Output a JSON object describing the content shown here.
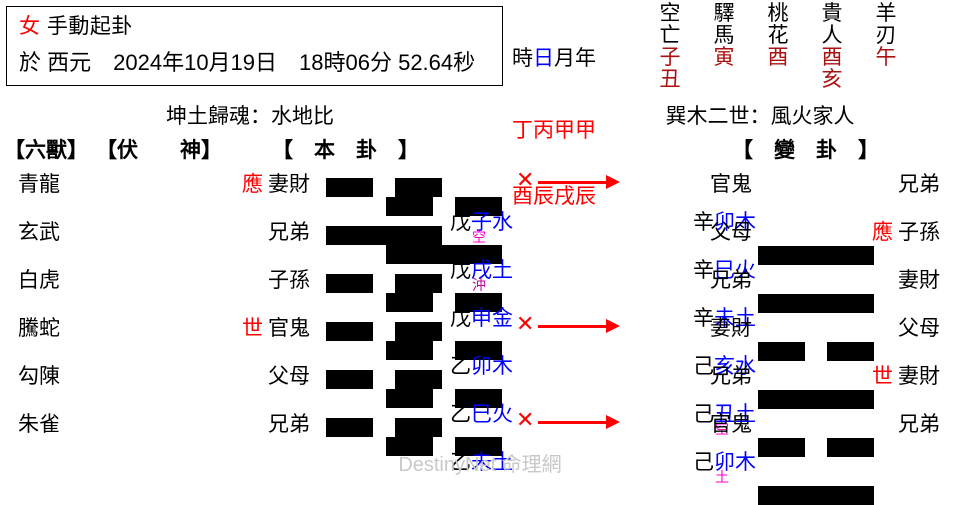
{
  "header": {
    "gender": "女",
    "method": "手動起卦",
    "prefix": "於 西元",
    "datetime": "2024年10月19日　18時06分 52.64秒"
  },
  "ganzhi": {
    "labels": [
      "時",
      "日",
      "月",
      "年"
    ],
    "label_row": "時日月年",
    "stems": "丁丙甲甲",
    "branches": "酉辰戌辰"
  },
  "shensha": [
    {
      "name_top": "空",
      "name_bottom": "亡",
      "values": [
        "子",
        "丑"
      ]
    },
    {
      "name_top": "驛",
      "name_bottom": "馬",
      "values": [
        "寅",
        ""
      ]
    },
    {
      "name_top": "桃",
      "name_bottom": "花",
      "values": [
        "酉",
        ""
      ]
    },
    {
      "name_top": "貴",
      "name_bottom": "人",
      "values": [
        "酉",
        "亥"
      ]
    },
    {
      "name_top": "羊",
      "name_bottom": "刃",
      "values": [
        "午",
        ""
      ]
    }
  ],
  "gua": {
    "ben": "坤土歸魂：水地比",
    "bian": "巽木二世：風火家人"
  },
  "columns": {
    "beast": "【六獸】",
    "fushen": "【伏　　神】",
    "benkua": "【　本　卦　】",
    "biankua": "【　變　卦　】"
  },
  "rows": [
    {
      "beast": "青龍",
      "fu_mark": "應",
      "fu_liuqin": "妻財",
      "fu_yao": "broken",
      "ben_yao": "broken",
      "ben_stem": "戊",
      "ben_branch": "子水",
      "ben_anno": "空",
      "ben_anno_color": "#ff00cc",
      "changing": true,
      "bian_stem": "辛",
      "bian_branch": "卯木",
      "bian_anno": "",
      "bian_liuqin": "官鬼",
      "bian_yao": "solid",
      "bian_mark": "",
      "bian_right_liuqin": "兄弟"
    },
    {
      "beast": "玄武",
      "fu_mark": "",
      "fu_liuqin": "兄弟",
      "fu_yao": "solid",
      "ben_yao": "solid",
      "ben_stem": "戊",
      "ben_branch": "戌土",
      "ben_anno": "沖",
      "ben_anno_color": "#cc0099",
      "changing": false,
      "bian_stem": "辛",
      "bian_branch": "巳火",
      "bian_anno": "",
      "bian_liuqin": "父母",
      "bian_yao": "solid",
      "bian_mark": "應",
      "bian_right_liuqin": "子孫"
    },
    {
      "beast": "白虎",
      "fu_mark": "",
      "fu_liuqin": "子孫",
      "fu_yao": "broken",
      "ben_yao": "broken",
      "ben_stem": "戊",
      "ben_branch": "申金",
      "ben_anno": "",
      "changing": false,
      "bian_stem": "辛",
      "bian_branch": "未土",
      "bian_anno": "",
      "bian_liuqin": "兄弟",
      "bian_yao": "broken",
      "bian_mark": "",
      "bian_right_liuqin": "妻財"
    },
    {
      "beast": "騰蛇",
      "fu_mark": "世",
      "fu_liuqin": "官鬼",
      "fu_yao": "broken",
      "ben_yao": "broken",
      "ben_stem": "乙",
      "ben_branch": "卯木",
      "ben_anno": "",
      "changing": true,
      "bian_stem": "己",
      "bian_branch": "亥水",
      "bian_anno": "",
      "bian_liuqin": "妻財",
      "bian_yao": "solid",
      "bian_mark": "",
      "bian_right_liuqin": "父母"
    },
    {
      "beast": "勾陳",
      "fu_mark": "",
      "fu_liuqin": "父母",
      "fu_yao": "broken",
      "ben_yao": "broken",
      "ben_stem": "乙",
      "ben_branch": "巳火",
      "ben_anno": "",
      "changing": false,
      "bian_stem": "己",
      "bian_branch": "丑土",
      "bian_anno": "空",
      "bian_anno_color": "#ff00cc",
      "bian_liuqin": "兄弟",
      "bian_yao": "broken",
      "bian_mark": "世",
      "bian_right_liuqin": "妻財"
    },
    {
      "beast": "朱雀",
      "fu_mark": "",
      "fu_liuqin": "兄弟",
      "fu_yao": "broken",
      "ben_yao": "broken",
      "ben_stem": "乙",
      "ben_branch": "未土",
      "ben_anno": "",
      "changing": true,
      "bian_stem": "己",
      "bian_branch": "卯木",
      "bian_anno": "土",
      "bian_anno_color": "#ff00cc",
      "bian_liuqin": "官鬼",
      "bian_yao": "solid",
      "bian_mark": "",
      "bian_right_liuqin": "兄弟"
    }
  ],
  "watermark": "DestinyNet 命理網",
  "colors": {
    "red": "#ff0000",
    "blue": "#0000ff",
    "dark_red": "#aa1111",
    "magenta": "#ff00cc",
    "watermark_gray": "#c9c9c9"
  }
}
